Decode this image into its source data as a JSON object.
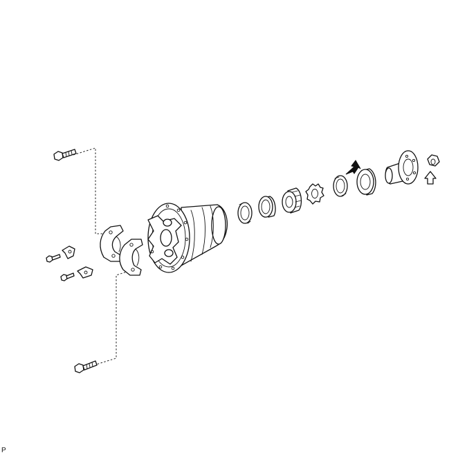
{
  "figure": {
    "corner_label": "P"
  },
  "parts": [
    "upper-case-bolt",
    "lower-case-bolt",
    "lock-plate-bolt-upper",
    "lock-plate-bolt-lower",
    "lock-plate-upper",
    "lock-plate-lower",
    "bearing-cap-left",
    "bearing-cap-right",
    "differential-case-housing",
    "spacer-ring",
    "bearing-outer-race",
    "tapered-roller-bearing",
    "lock-washer",
    "oil-seal-ring",
    "bearing-race",
    "companion-flange",
    "nut"
  ],
  "callouts": {
    "solid_arrow_target": "oil-seal-ring",
    "outline_arrow_target": "nut"
  },
  "colors": {
    "line": "#111111",
    "background": "#ffffff"
  }
}
